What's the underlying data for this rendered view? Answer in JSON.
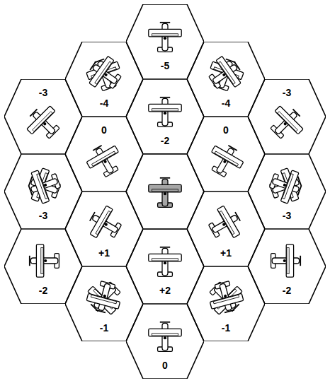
{
  "diagram": {
    "nodes": [
      {
        "text": [
          "-5"
        ]
      },
      {
        "text": [
          "-4"
        ]
      },
      {
        "text": [
          "-4"
        ]
      },
      {
        "text": [
          "-3"
        ]
      },
      {
        "text": [
          "-2"
        ]
      },
      {
        "text": [
          "-3"
        ]
      },
      {
        "text": [
          "0"
        ]
      },
      {
        "text": [
          "0"
        ]
      },
      {
        "text": [
          "-3"
        ]
      },
      {
        "text": [
          "-3"
        ]
      },
      {
        "text": [
          "+1"
        ]
      },
      {
        "text": [
          "+1"
        ]
      },
      {
        "text": [
          "-2"
        ]
      },
      {
        "text": [
          "+2"
        ]
      },
      {
        "text": [
          "-2"
        ]
      },
      {
        "text": [
          "-1"
        ]
      },
      {
        "text": [
          "-1"
        ]
      },
      {
        "text": [
          "0"
        ]
      }
    ]
  }
}
